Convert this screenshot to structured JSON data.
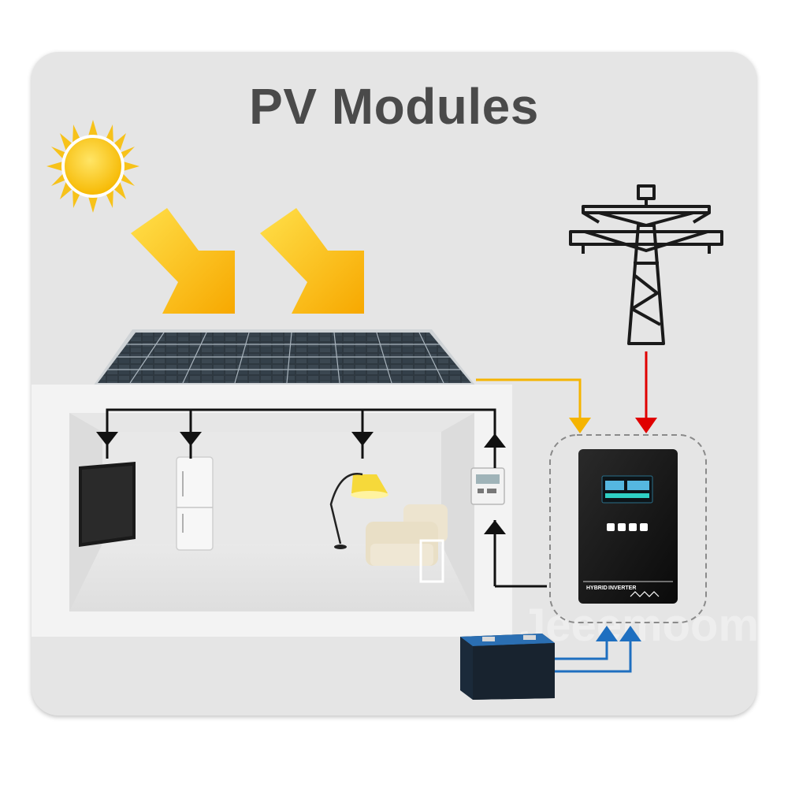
{
  "title": "PV Modules",
  "inverter": {
    "brand_line_left": "HYBRID",
    "brand_line_right": "INVERTER"
  },
  "watermark": "Jeeemoom",
  "colors": {
    "pv_line": "#f5b400",
    "grid_line": "#e00000",
    "battery_line": "#1e6fc0",
    "load_line": "#111111",
    "sun": "#f7c21a",
    "arrow": "#f9c20e"
  },
  "icons": [
    "sun-icon",
    "transmission-tower-icon",
    "battery-icon",
    "hybrid-inverter-icon",
    "solar-panel-icon"
  ]
}
